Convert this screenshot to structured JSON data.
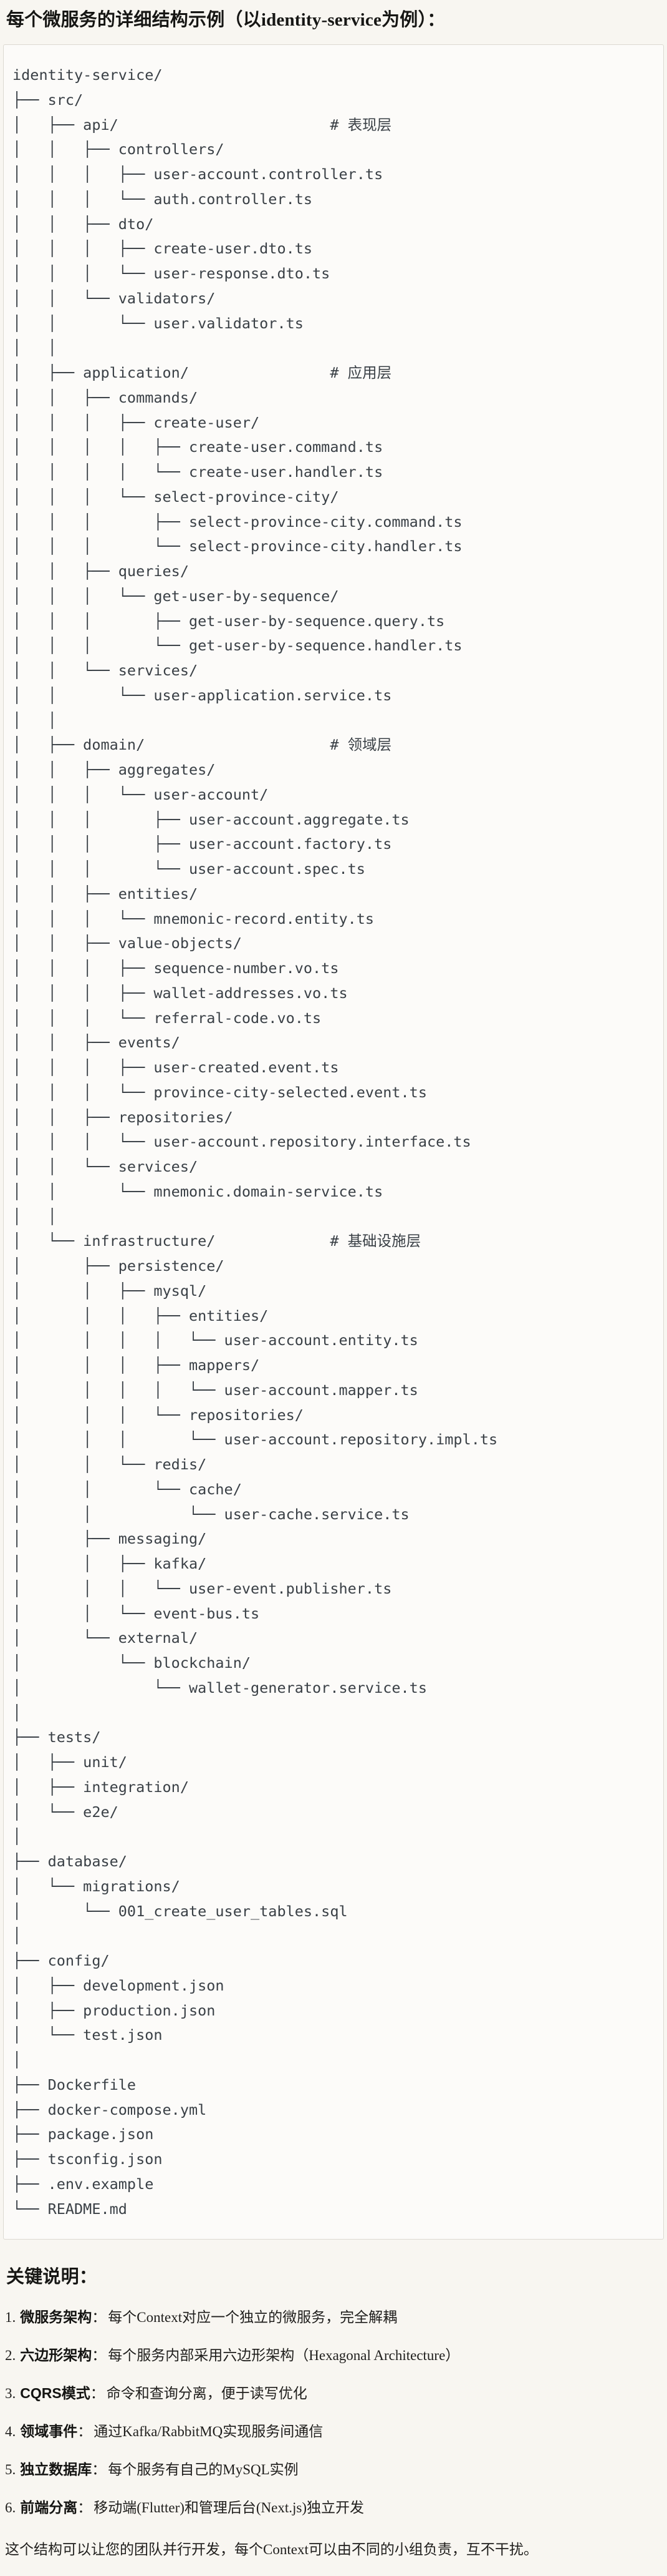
{
  "title": {
    "pre": "每个微服务的详细结构示例（以",
    "code": "identity-service",
    "post": "为例）："
  },
  "tree": {
    "lines": [
      "identity-service/",
      "├── src/",
      "│   ├── api/                        # 表现层",
      "│   │   ├── controllers/",
      "│   │   │   ├── user-account.controller.ts",
      "│   │   │   └── auth.controller.ts",
      "│   │   ├── dto/",
      "│   │   │   ├── create-user.dto.ts",
      "│   │   │   └── user-response.dto.ts",
      "│   │   └── validators/",
      "│   │       └── user.validator.ts",
      "│   │",
      "│   ├── application/                # 应用层",
      "│   │   ├── commands/",
      "│   │   │   ├── create-user/",
      "│   │   │   │   ├── create-user.command.ts",
      "│   │   │   │   └── create-user.handler.ts",
      "│   │   │   └── select-province-city/",
      "│   │   │       ├── select-province-city.command.ts",
      "│   │   │       └── select-province-city.handler.ts",
      "│   │   ├── queries/",
      "│   │   │   └── get-user-by-sequence/",
      "│   │   │       ├── get-user-by-sequence.query.ts",
      "│   │   │       └── get-user-by-sequence.handler.ts",
      "│   │   └── services/",
      "│   │       └── user-application.service.ts",
      "│   │",
      "│   ├── domain/                     # 领域层",
      "│   │   ├── aggregates/",
      "│   │   │   └── user-account/",
      "│   │   │       ├── user-account.aggregate.ts",
      "│   │   │       ├── user-account.factory.ts",
      "│   │   │       └── user-account.spec.ts",
      "│   │   ├── entities/",
      "│   │   │   └── mnemonic-record.entity.ts",
      "│   │   ├── value-objects/",
      "│   │   │   ├── sequence-number.vo.ts",
      "│   │   │   ├── wallet-addresses.vo.ts",
      "│   │   │   └── referral-code.vo.ts",
      "│   │   ├── events/",
      "│   │   │   ├── user-created.event.ts",
      "│   │   │   └── province-city-selected.event.ts",
      "│   │   ├── repositories/",
      "│   │   │   └── user-account.repository.interface.ts",
      "│   │   └── services/",
      "│   │       └── mnemonic.domain-service.ts",
      "│   │",
      "│   └── infrastructure/             # 基础设施层",
      "│       ├── persistence/",
      "│       │   ├── mysql/",
      "│       │   │   ├── entities/",
      "│       │   │   │   └── user-account.entity.ts",
      "│       │   │   ├── mappers/",
      "│       │   │   │   └── user-account.mapper.ts",
      "│       │   │   └── repositories/",
      "│       │   │       └── user-account.repository.impl.ts",
      "│       │   └── redis/",
      "│       │       └── cache/",
      "│       │           └── user-cache.service.ts",
      "│       ├── messaging/",
      "│       │   ├── kafka/",
      "│       │   │   └── user-event.publisher.ts",
      "│       │   └── event-bus.ts",
      "│       └── external/",
      "│           └── blockchain/",
      "│               └── wallet-generator.service.ts",
      "│",
      "├── tests/",
      "│   ├── unit/",
      "│   ├── integration/",
      "│   └── e2e/",
      "│",
      "├── database/",
      "│   └── migrations/",
      "│       └── 001_create_user_tables.sql",
      "│",
      "├── config/",
      "│   ├── development.json",
      "│   ├── production.json",
      "│   └── test.json",
      "│",
      "├── Dockerfile",
      "├── docker-compose.yml",
      "├── package.json",
      "├── tsconfig.json",
      "├── .env.example",
      "└── README.md"
    ]
  },
  "notes": {
    "heading": "关键说明：",
    "items": [
      {
        "num": "1.",
        "term": "微服务架构",
        "sep": "：",
        "desc": "每个Context对应一个独立的微服务，完全解耦"
      },
      {
        "num": "2.",
        "term": "六边形架构",
        "sep": "：",
        "desc": "每个服务内部采用六边形架构（Hexagonal Architecture）"
      },
      {
        "num": "3.",
        "term": "CQRS模式",
        "sep": "：",
        "desc": "命令和查询分离，便于读写优化"
      },
      {
        "num": "4.",
        "term": "领域事件",
        "sep": "：",
        "desc": "通过Kafka/RabbitMQ实现服务间通信"
      },
      {
        "num": "5.",
        "term": "独立数据库",
        "sep": "：",
        "desc": "每个服务有自己的MySQL实例"
      },
      {
        "num": "6.",
        "term": "前端分离",
        "sep": "：",
        "desc": "移动端(Flutter)和管理后台(Next.js)独立开发"
      }
    ],
    "footer": "这个结构可以让您的团队并行开发，每个Context可以由不同的小组负责，互不干扰。"
  },
  "colors": {
    "page_background": "#f8f6f1",
    "code_background": "#fcfbf9",
    "code_border": "#dcd9d1",
    "code_text": "#3a4046",
    "heading_text": "#161614",
    "body_text": "#1f1e1c"
  }
}
